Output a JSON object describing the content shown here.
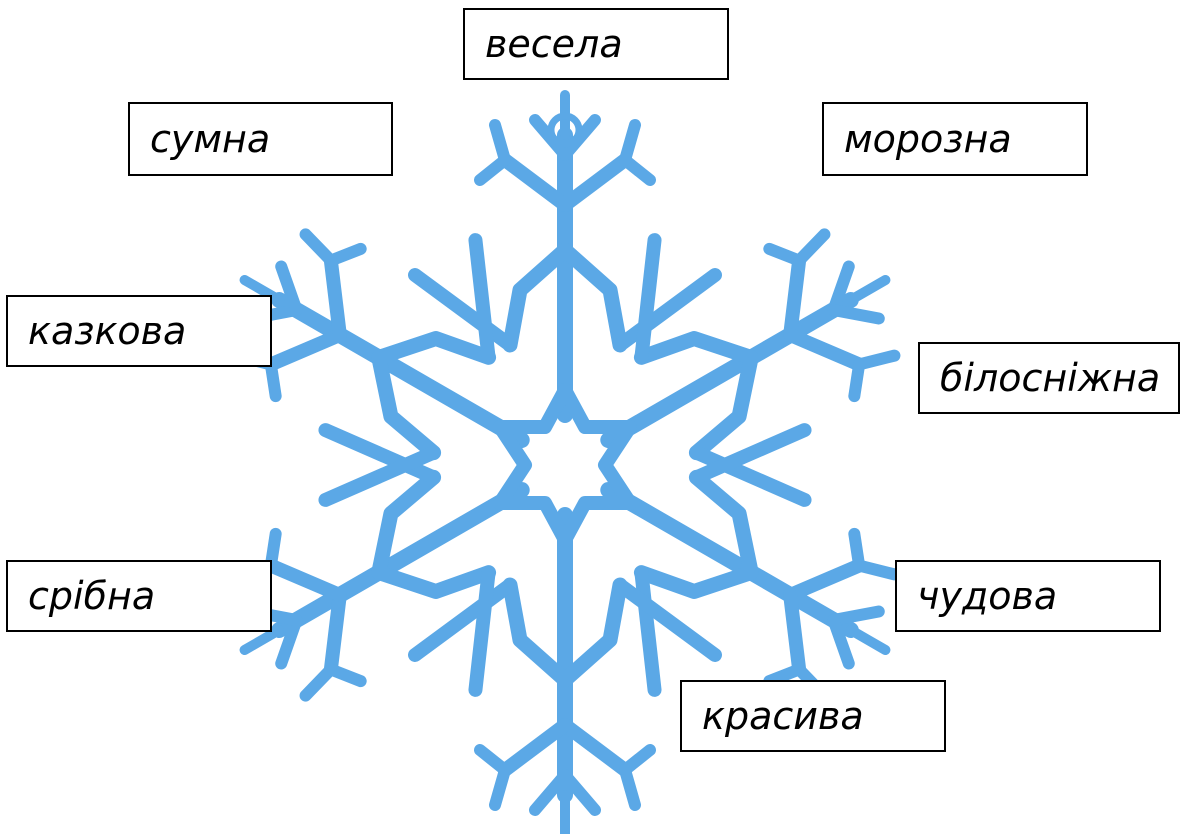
{
  "colors": {
    "snowflake": "#5ba8e6",
    "box_border": "#000000",
    "text": "#000000"
  },
  "illustration": {
    "icon": "snowflake-icon"
  },
  "words": [
    {
      "id": "vesela",
      "label": "весела"
    },
    {
      "id": "sumna",
      "label": "сумна"
    },
    {
      "id": "morozna",
      "label": "морозна"
    },
    {
      "id": "kazkova",
      "label": "казкова"
    },
    {
      "id": "bilosnizhna",
      "label": "білосніжна"
    },
    {
      "id": "sribna",
      "label": "срібна"
    },
    {
      "id": "chudova",
      "label": "чудова"
    },
    {
      "id": "krasyva",
      "label": "красива"
    }
  ]
}
